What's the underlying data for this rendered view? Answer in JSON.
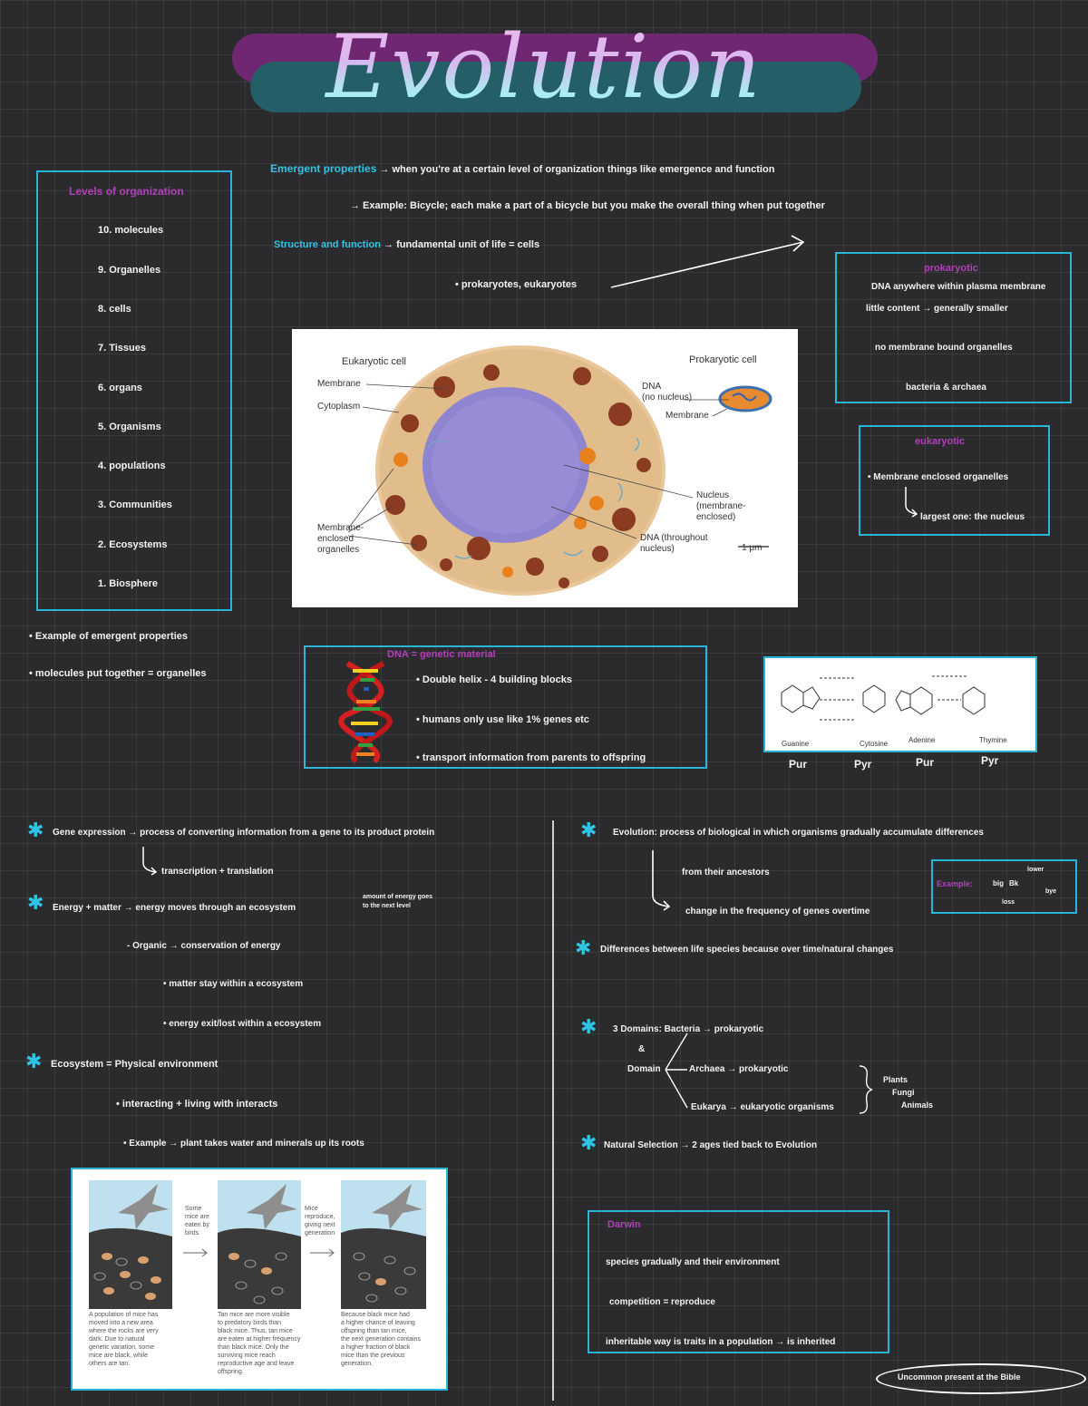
{
  "title": "Evolution",
  "levels": {
    "heading": "Levels of organization",
    "items": [
      "10. molecules",
      "9. Organelles",
      "8. cells",
      "7. Tissues",
      "6. organs",
      "5. Organisms",
      "4. populations",
      "3. Communities",
      "2. Ecosystems",
      "1. Biosphere"
    ]
  },
  "emergent": {
    "label": "Emergent properties",
    "text": "→ when you're at a certain level of organization things like emergence and function",
    "example": "→ Example: Bicycle; each make a part of a bicycle but you make the overall thing when put together"
  },
  "structure": {
    "label": "Structure and function",
    "text": "→ fundamental unit of life = cells",
    "cells": "• prokaryotes, eukaryotes"
  },
  "emergent_notes": {
    "line1": "• Example of emergent properties",
    "line2": "• molecules put together = organelles"
  },
  "cell_figure": {
    "eukaryotic_title": "Eukaryotic cell",
    "prokaryotic_title": "Prokaryotic cell",
    "membrane": "Membrane",
    "cytoplasm": "Cytoplasm",
    "membrane_enclosed": [
      "Membrane-",
      "enclosed",
      "organelles"
    ],
    "dna_no_nucleus": [
      "DNA",
      "(no nucleus)"
    ],
    "membrane2": "Membrane",
    "nucleus": [
      "Nucleus",
      "(membrane-",
      "enclosed)"
    ],
    "dna_throughout": [
      "DNA (throughout",
      "nucleus)"
    ],
    "scale": "1 μm"
  },
  "prokaryotic_box": {
    "heading": "prokaryotic",
    "line1": "DNA anywhere within plasma membrane",
    "line2": "little content → generally smaller",
    "line3": "no membrane bound organelles",
    "line4": "bacteria & archaea"
  },
  "eukaryotic_box": {
    "heading": "eukaryotic",
    "line1": "• Membrane enclosed organelles",
    "line2": "largest one: the nucleus"
  },
  "dna_box": {
    "heading": "DNA = genetic material",
    "line1": "• Double helix - 4 building blocks",
    "line2": "• humans only use like 1% genes etc",
    "line3": "• transport information from parents to offspring"
  },
  "bases": {
    "names": [
      "Guanine",
      "Cytosine",
      "Adenine",
      "Thymine"
    ],
    "types": [
      "Pur",
      "Pyr",
      "Pur",
      "Pyr"
    ]
  },
  "left_col": {
    "gene_expression": "Gene expression → process of converting information from a gene to its product protein",
    "gene_sub": "transcription + translation",
    "energy": "Energy + matter → energy moves through an ecosystem",
    "energy_note": [
      "amount of energy goes",
      "to the next level"
    ],
    "cycles": "- Organic → conservation of energy",
    "matter": "• matter stay within a ecosystem",
    "energy_leaves": "• energy exit/lost within a ecosystem",
    "ecosystem": "Ecosystem = Physical environment",
    "interacting": "• interacting + living with interacts",
    "example": "• Example → plant takes water and minerals up its roots"
  },
  "mice_figure": {
    "arrow1": [
      "Some",
      "mice are",
      "eaten by",
      "birds"
    ],
    "arrow2": [
      "Mice",
      "reproduce,",
      "giving next",
      "generation"
    ],
    "caption1": [
      "A population of mice has",
      "moved into a new area",
      "where the rocks are very",
      "dark. Due to natural",
      "genetic variation, some",
      "mice are black, while",
      "others are tan."
    ],
    "caption2": [
      "Tan mice are more visible",
      "to predatory birds than",
      "black mice. Thus, tan mice",
      "are eaten at higher frequency",
      "than black mice. Only the",
      "surviving mice reach",
      "reproductive age and leave",
      "offspring."
    ],
    "caption3": [
      "Because black mice had",
      "a higher chance of leaving",
      "offspring than tan mice,",
      "the next generation contains",
      "a higher fraction of black",
      "mice than the previous",
      "generation."
    ]
  },
  "right_col": {
    "evolution": "Evolution: process of biological in which organisms gradually accumulate differences",
    "evolution_sub1": "from their ancestors",
    "evolution_sub2": "change in the frequency of genes overtime",
    "example_label": "Example:",
    "example_items": [
      "big",
      "Bk",
      "lower",
      "bye",
      "loss"
    ],
    "differences": "Differences between life species because over time/natural changes",
    "domains": "3 Domains: Bacteria → prokaryotic",
    "domains_amp": "&",
    "domains_label": "Domain",
    "archaea": "Archaea → prokaryotic",
    "eukarya": "Eukarya → eukaryotic organisms",
    "brace_note": [
      "Plants",
      "Fungi",
      "Animals"
    ],
    "natural": "Natural Selection → 2 ages tied back to Evolution",
    "darwin_heading": "Darwin",
    "darwin1": "species gradually and their environment",
    "darwin2": "competition = reproduce",
    "darwin3": "inheritable way is traits in a population → is inherited",
    "oval_text": "Uncommon present at the Bible"
  }
}
